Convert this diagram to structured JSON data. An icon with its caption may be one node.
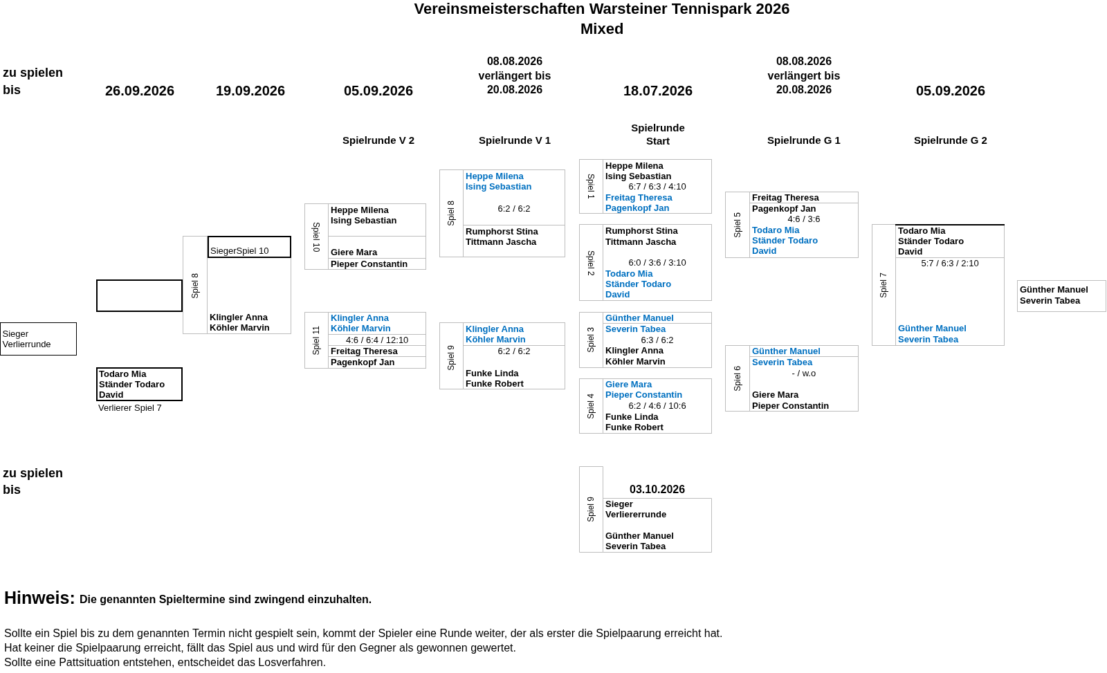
{
  "diagram": {
    "title": "Vereinsmeisterschaften Warsteiner Tennispark 2026",
    "nodes": [
      {
        "text": [
          "Sieger Verlierrunde"
        ]
      },
      {
        "text": [],
        "shape": "box"
      },
      {
        "text": [
          "Todaro Mia",
          "Ständer Todaro David"
        ],
        "beside": [
          "Verlierer Spiel 7"
        ]
      },
      {
        "text": [
          "Spiel 8",
          "Klingler Anna",
          "Köhler Marvin"
        ]
      },
      {
        "text": [
          "SiegerSpiel 10"
        ],
        "in": 3
      },
      {
        "text": [
          "Spiel 10",
          "Heppe Milena",
          "Ising Sebastian",
          "Giere Mara",
          "Pieper Constantin"
        ]
      },
      {
        "text": [
          "Spiel 11",
          "Klingler Anna",
          "Köhler Marvin",
          "4:6 / 6:4 / 12:10",
          "Freitag Theresa",
          "Pagenkopf Jan"
        ]
      },
      {
        "text": [
          "Spiel 8",
          "Heppe Milena",
          "Ising Sebastian",
          "6:2 / 6:2",
          "Rumphorst Stina",
          "Tittmann Jascha"
        ]
      },
      {
        "text": [
          "Spiel 9",
          "Klingler Anna",
          "Köhler Marvin",
          "6:2 / 6:2",
          "Funke Linda",
          "Funke Robert"
        ]
      },
      {
        "text": [
          "Spiel 1",
          "Heppe Milena",
          "Ising Sebastian",
          "6:7 / 6:3 / 4:10",
          "Freitag Theresa",
          "Pagenkopf Jan"
        ]
      },
      {
        "text": [
          "Spiel 2",
          "Rumphorst Stina",
          "Tittmann Jascha",
          "6:0 / 3:6 / 3:10",
          "Todaro Mia",
          "Ständer Todaro David"
        ]
      },
      {
        "text": [
          "Spiel 3",
          "Günther Manuel",
          "Severin Tabea",
          "6:3 / 6:2",
          "Klingler Anna",
          "Köhler Marvin"
        ]
      },
      {
        "text": [
          "Spiel 4",
          "Giere Mara",
          "Pieper Constantin",
          "6:2 / 4:6 / 10:6",
          "Funke Linda",
          "Funke Robert"
        ]
      },
      {
        "text": [
          "Spiel 9",
          "03.10.2026",
          "Sieger Verliererrunde",
          "Günther Manuel",
          "Severin Tabea"
        ]
      },
      {
        "text": [
          "Spiel 5",
          "Freitag Theresa",
          "Pagenkopf Jan",
          "4:6 / 3:6",
          "Todaro Mia",
          "Ständer Todaro David"
        ]
      },
      {
        "text": [
          "Spiel 6",
          "Günther Manuel",
          "Severin Tabea",
          "- / w.o",
          "Giere Mara",
          "Pieper Constantin"
        ]
      },
      {
        "text": [
          "Spiel 7",
          "Todaro Mia",
          "Ständer Todaro David",
          "5:7 / 6:3 / 2:10",
          "Günther Manuel",
          "Severin Tabea"
        ]
      },
      {
        "text": [
          "Günther Manuel",
          "Severin Tabea"
        ]
      }
    ],
    "labels": [
      "Mixed",
      "zu spielen bis",
      "26.09.2026",
      "19.09.2026",
      "05.09.2026",
      "08.08.2026 verlängert bis 20.08.2026",
      "18.07.2026",
      "08.08.2026 verlängert bis 20.08.2026",
      "05.09.2026",
      "Spielrunde V 2",
      "Spielrunde V 1",
      "Spielrunde Start",
      "Spielrunde G 1",
      "Spielrunde G 2",
      "zu spielen bis",
      "Hinweis:",
      "Die genannten Spieltermine sind zwingend einzuhalten.",
      "Sollte ein Spiel bis zu dem genannten Termin nicht gespielt sein, kommt der Spieler eine Runde weiter, der als erster die Spielpaarung erreicht hat.",
      "Hat keiner die Spielpaarung erreicht, fällt das Spiel aus und wird für den Gegner als gewonnen gewertet.",
      "Sollte eine Pattsituation entstehen, entscheidet das Losverfahren."
    ]
  }
}
